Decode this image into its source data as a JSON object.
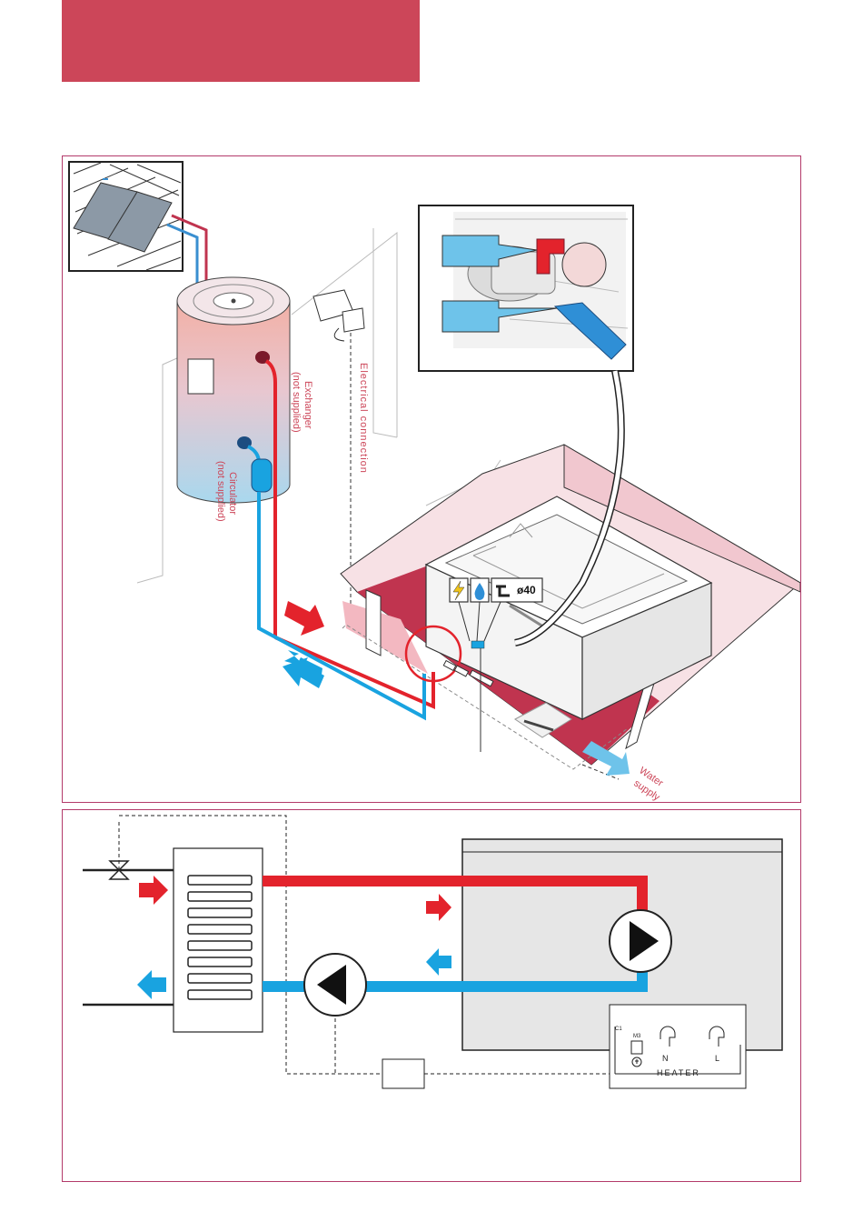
{
  "labels": {
    "exchanger_line1": "Exchanger",
    "exchanger_line2": "(not supplied)",
    "electrical": "Electrical connection",
    "circulator_line1": "Circulator",
    "circulator_line2": "(not supplied)",
    "water_line1": "Water",
    "water_line2": "supply",
    "drain_diameter": "ø40"
  },
  "control_box": {
    "c1": "C1",
    "m3": "M3",
    "n": "N",
    "l": "L",
    "heater": "HEATER"
  },
  "colors": {
    "accent": "#cc4659",
    "frame": "#b33a6a",
    "hot": "#e3232c",
    "cold": "#19a3e0",
    "pool_floor": "#c0344f",
    "icon_fill": "#6ec3ea"
  },
  "icons": [
    "electricity-icon",
    "water-drop-icon",
    "drain-icon"
  ]
}
